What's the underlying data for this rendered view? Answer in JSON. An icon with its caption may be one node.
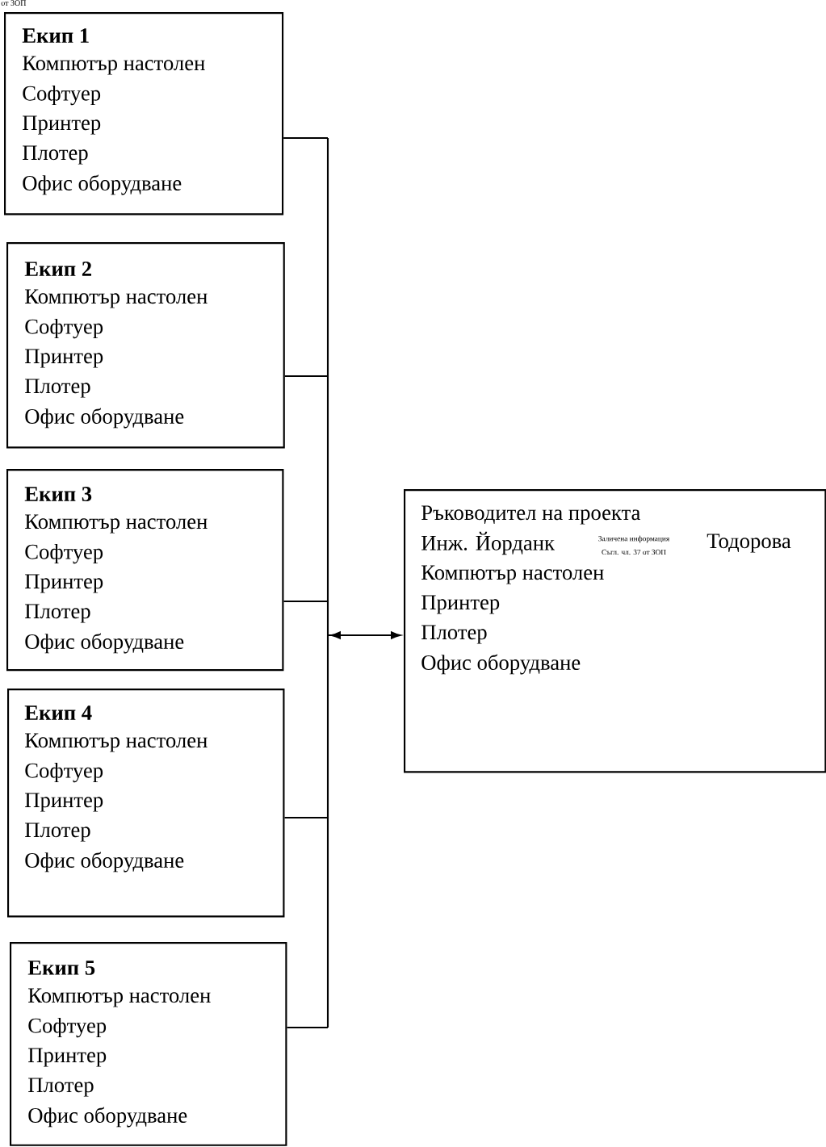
{
  "diagram": {
    "nodes": [
      {
        "text": [
          "Екип 1",
          "Компютър  настолен",
          "Софтуер",
          "Принтер",
          "Плотер",
          "Офис оборудване"
        ]
      },
      {
        "text": [
          "Екип 2",
          "Компютър  настолен",
          "Софтуер",
          "Принтер",
          "Плотер",
          "Офис оборудване"
        ]
      },
      {
        "text": [
          "Екип 3",
          "Компютър  настолен",
          "Софтуер",
          "Принтер",
          "Плотер",
          "Офис оборудване"
        ]
      },
      {
        "text": [
          "Екип 4",
          "Компютър  настолен",
          "Софтуер",
          "Принтер",
          "Плотер",
          "Офис оборудване"
        ]
      },
      {
        "text": [
          "Екип 5",
          "Компютър  настолен",
          "Софтуер",
          "Принтер",
          "Плотер",
          "Офис оборудване"
        ]
      },
      {
        "text": [
          "Ръководител на проекта",
          "Инж. Йорданк",
          "Заличена информация",
          "Съгл. чл. 37 от ЗОП",
          "Тодорова",
          "Компютър  настолен",
          "Принтер",
          "Плотер",
          "Офис оборудване"
        ]
      }
    ],
    "edges": [
      {
        "from": 0,
        "to": 5,
        "arrow": "to"
      },
      {
        "from": 1,
        "to": 5,
        "arrow": "to"
      },
      {
        "from": 2,
        "to": 5,
        "arrow": "to"
      },
      {
        "from": 3,
        "to": 5,
        "arrow": "to"
      },
      {
        "from": 4,
        "to": 5,
        "arrow": "to"
      }
    ],
    "labels": [
      "от ЗОП"
    ]
  }
}
